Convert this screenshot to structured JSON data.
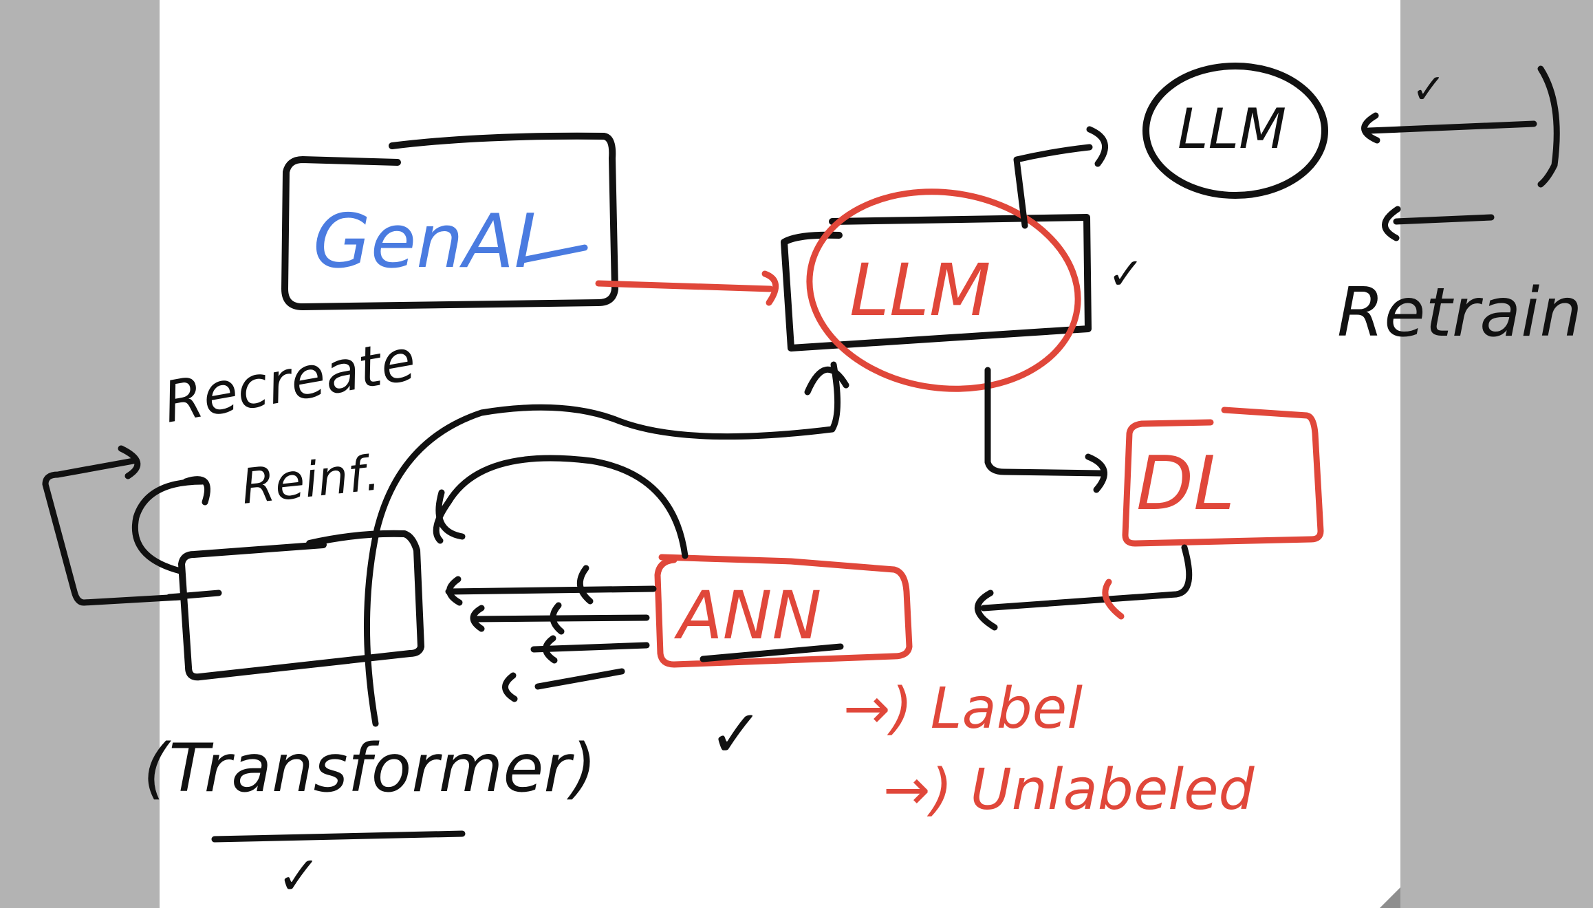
{
  "colors": {
    "ink_black": "#111111",
    "ink_red": "#e0473a",
    "ink_blue": "#4a7be0",
    "page": "#ffffff",
    "margin": "#b3b3b3"
  },
  "nodes": {
    "genai": "GenAI",
    "llm_center": "LLM",
    "llm_top": "LLM",
    "dl": "DL",
    "ann": "ANN",
    "transformer": "(Transformer)",
    "retrain": "Retrain",
    "recreate": "Recreate",
    "reinf": "Reinf."
  },
  "notes": {
    "label": "→) Label",
    "unlabeled": "→) Unlabeled"
  },
  "icons": {
    "check_icon": "✓"
  }
}
